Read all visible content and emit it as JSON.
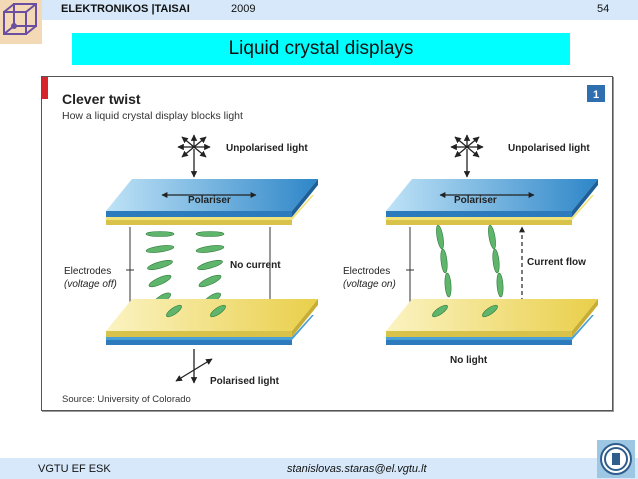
{
  "header": {
    "course": "ELEKTRONIKOS |TAISAI",
    "year": "2009",
    "page_number": "54"
  },
  "slide": {
    "title": "Liquid crystal displays"
  },
  "figure": {
    "title": "Clever twist",
    "subtitle": "How a liquid crystal display blocks light",
    "badge": "1",
    "source": "Source: University of Colorado",
    "left_panel": {
      "input_light": "Unpolarised light",
      "polariser": "Polariser",
      "electrodes": "Electrodes",
      "electrodes_state": "(voltage off)",
      "current_state": "No current",
      "output_light": "Polarised light"
    },
    "right_panel": {
      "input_light": "Unpolarised light",
      "polariser": "Polariser",
      "electrodes": "Electrodes",
      "electrodes_state": "(voltage on)",
      "current_state": "Current flow",
      "output_light": "No light"
    },
    "colors": {
      "polariser_blue": "#4a9fd4",
      "electrode_yellow": "#f2e27a",
      "crystal_green": "#5fb56b",
      "accent_red": "#d8252b",
      "badge_blue": "#2f6fb0"
    }
  },
  "footer": {
    "institution": "VGTU EF ESK",
    "email": "stanislovas.staras@el.vgtu.lt"
  }
}
